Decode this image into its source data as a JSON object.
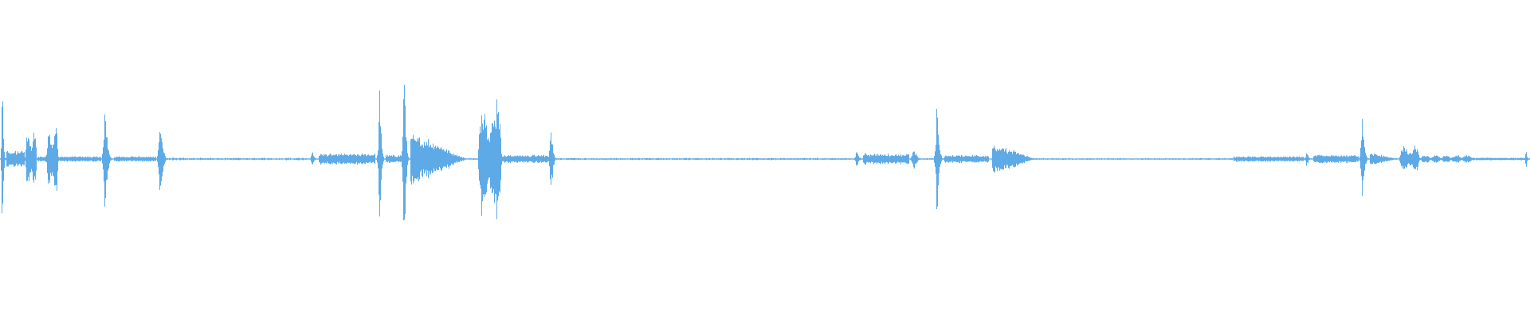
{
  "waveform": {
    "color": "#5eaae6",
    "duration_fraction_markers": "none",
    "bursts": [
      {
        "start": 0.0,
        "end": 0.004,
        "peak": 0.62,
        "shape": "spike"
      },
      {
        "start": 0.004,
        "end": 0.016,
        "peak": 0.06,
        "shape": "noise"
      },
      {
        "start": 0.016,
        "end": 0.024,
        "peak": 0.22,
        "shape": "block"
      },
      {
        "start": 0.024,
        "end": 0.03,
        "peak": 0.02,
        "shape": "noise"
      },
      {
        "start": 0.03,
        "end": 0.038,
        "peak": 0.3,
        "shape": "block"
      },
      {
        "start": 0.038,
        "end": 0.066,
        "peak": 0.02,
        "shape": "noise"
      },
      {
        "start": 0.066,
        "end": 0.074,
        "peak": 0.44,
        "shape": "spike"
      },
      {
        "start": 0.074,
        "end": 0.102,
        "peak": 0.02,
        "shape": "noise"
      },
      {
        "start": 0.102,
        "end": 0.11,
        "peak": 0.37,
        "shape": "spike"
      },
      {
        "start": 0.11,
        "end": 0.2,
        "peak": 0.01,
        "shape": "sparse"
      },
      {
        "start": 0.202,
        "end": 0.208,
        "peak": 0.07,
        "shape": "spike"
      },
      {
        "start": 0.208,
        "end": 0.245,
        "peak": 0.04,
        "shape": "noise"
      },
      {
        "start": 0.246,
        "end": 0.252,
        "peak": 0.53,
        "shape": "spike"
      },
      {
        "start": 0.252,
        "end": 0.262,
        "peak": 0.03,
        "shape": "noise"
      },
      {
        "start": 0.262,
        "end": 0.268,
        "peak": 0.82,
        "shape": "spike"
      },
      {
        "start": 0.268,
        "end": 0.306,
        "peak": 0.22,
        "shape": "decay"
      },
      {
        "start": 0.312,
        "end": 0.328,
        "peak": 0.5,
        "shape": "block"
      },
      {
        "start": 0.328,
        "end": 0.358,
        "peak": 0.03,
        "shape": "noise"
      },
      {
        "start": 0.358,
        "end": 0.364,
        "peak": 0.38,
        "shape": "spike"
      },
      {
        "start": 0.364,
        "end": 0.556,
        "peak": 0.008,
        "shape": "sparse"
      },
      {
        "start": 0.558,
        "end": 0.564,
        "peak": 0.08,
        "shape": "spike"
      },
      {
        "start": 0.564,
        "end": 0.594,
        "peak": 0.04,
        "shape": "noise"
      },
      {
        "start": 0.594,
        "end": 0.604,
        "peak": 0.08,
        "shape": "spike"
      },
      {
        "start": 0.61,
        "end": 0.617,
        "peak": 0.49,
        "shape": "spike"
      },
      {
        "start": 0.617,
        "end": 0.646,
        "peak": 0.03,
        "shape": "noise"
      },
      {
        "start": 0.648,
        "end": 0.678,
        "peak": 0.12,
        "shape": "decay"
      },
      {
        "start": 0.678,
        "end": 0.806,
        "peak": 0.006,
        "shape": "sparse"
      },
      {
        "start": 0.806,
        "end": 0.852,
        "peak": 0.02,
        "shape": "noise"
      },
      {
        "start": 0.852,
        "end": 0.858,
        "peak": 0.06,
        "shape": "spike"
      },
      {
        "start": 0.858,
        "end": 0.888,
        "peak": 0.03,
        "shape": "noise"
      },
      {
        "start": 0.888,
        "end": 0.895,
        "peak": 0.39,
        "shape": "spike"
      },
      {
        "start": 0.895,
        "end": 0.914,
        "peak": 0.05,
        "shape": "decay"
      },
      {
        "start": 0.914,
        "end": 0.928,
        "peak": 0.1,
        "shape": "block"
      },
      {
        "start": 0.928,
        "end": 0.962,
        "peak": 0.03,
        "shape": "beads"
      },
      {
        "start": 0.962,
        "end": 0.996,
        "peak": 0.01,
        "shape": "noise"
      },
      {
        "start": 0.996,
        "end": 1.0,
        "peak": 0.08,
        "shape": "spike"
      }
    ],
    "baseline_amplitude": 0.006
  }
}
